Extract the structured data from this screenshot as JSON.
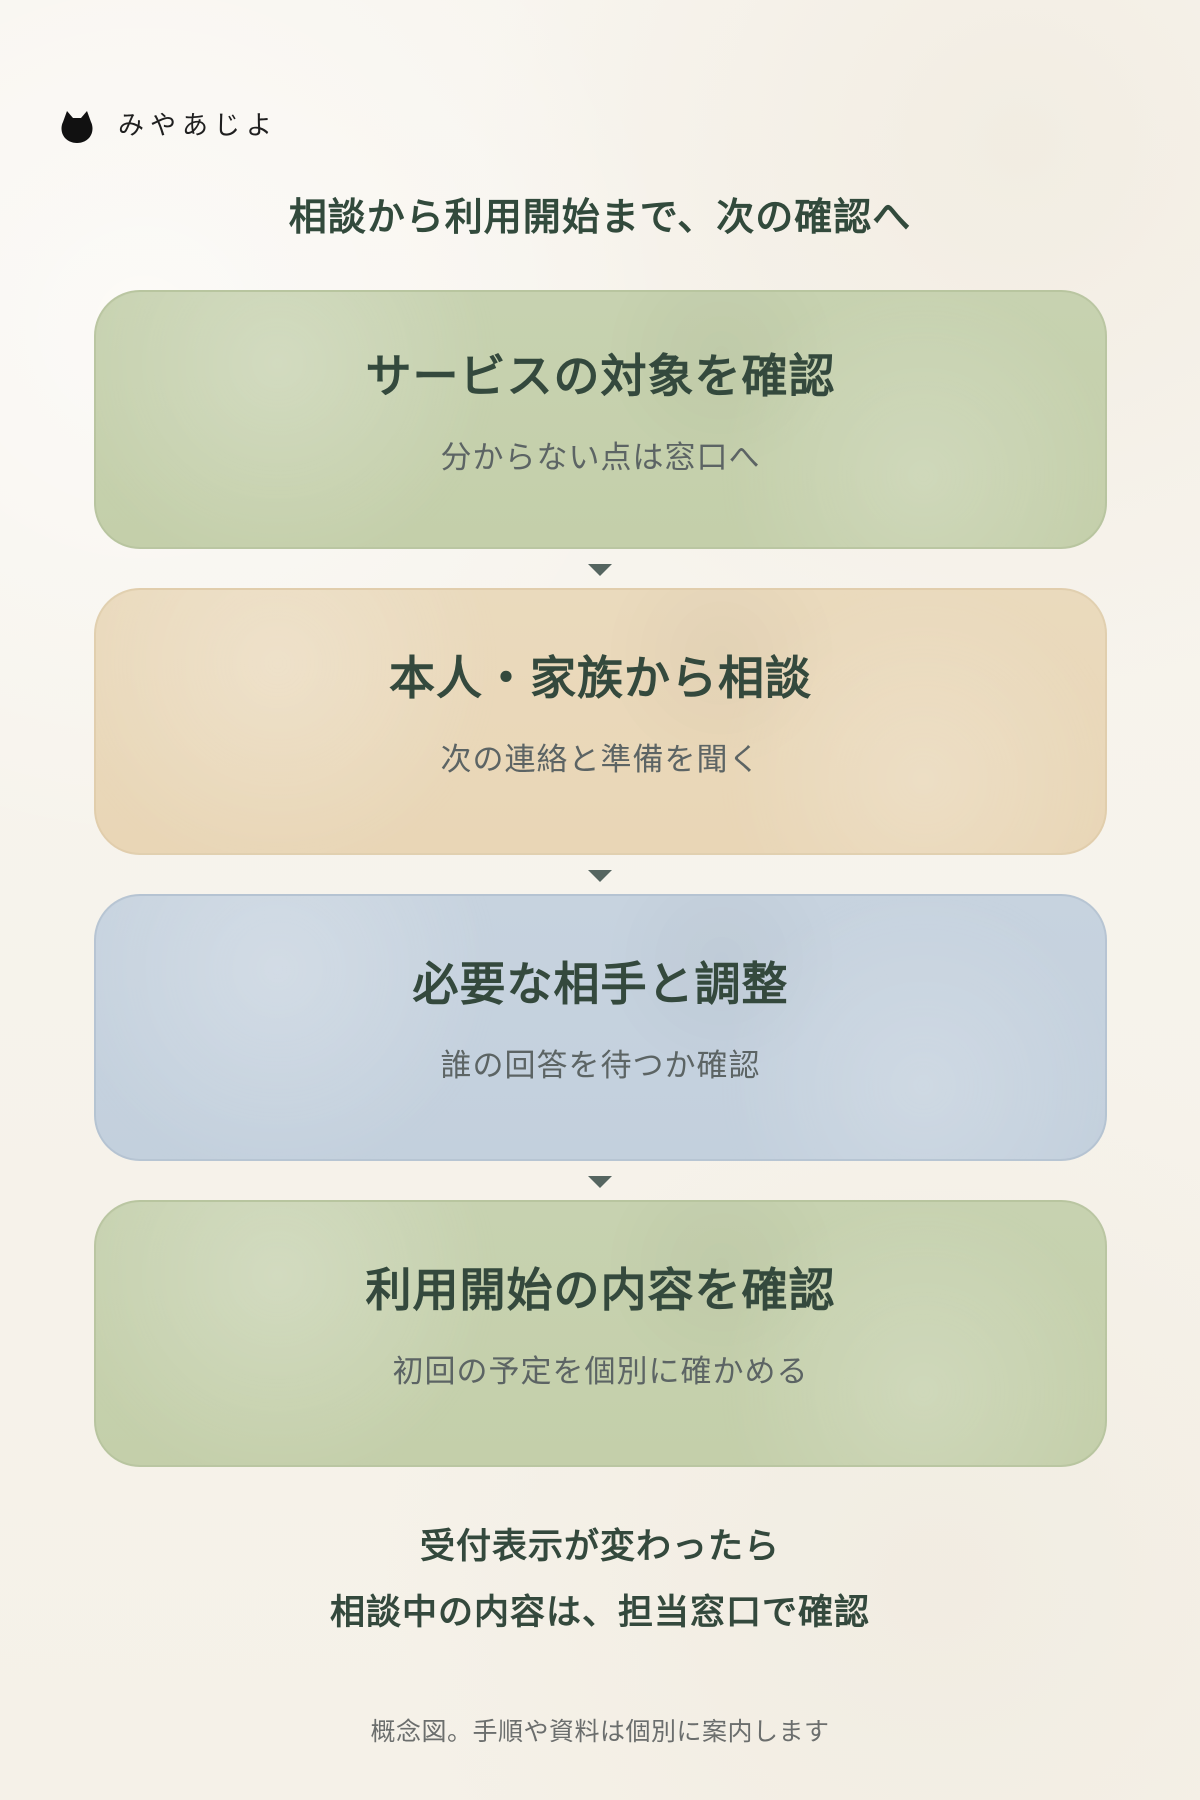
{
  "brand": {
    "name": "みやあじよ",
    "icon": "cat-icon"
  },
  "header": {
    "title": "相談から利用開始まで、次の確認へ"
  },
  "steps": [
    {
      "title": "サービスの対象を確認",
      "subtitle": "分からない点は窓口へ",
      "color": "#c7d2b0"
    },
    {
      "title": "本人・家族から相談",
      "subtitle": "次の連絡と準備を聞く",
      "color": "#eadabd"
    },
    {
      "title": "必要な相手と調整",
      "subtitle": "誰の回答を待つか確認",
      "color": "#c7d3df"
    },
    {
      "title": "利用開始の内容を確認",
      "subtitle": "初回の予定を個別に確かめる",
      "color": "#c7d2b0"
    }
  ],
  "footer": {
    "line1": "受付表示が変わったら",
    "line2": "相談中の内容は、担当窓口で確認",
    "note": "概念図。手順や資料は個別に案内します"
  },
  "colors": {
    "background": "#f6f2ea",
    "title_text": "#324a3c",
    "body_text": "#5c6464",
    "arrow": "#556560"
  },
  "icons": {
    "arrow": "arrow-down-icon"
  }
}
